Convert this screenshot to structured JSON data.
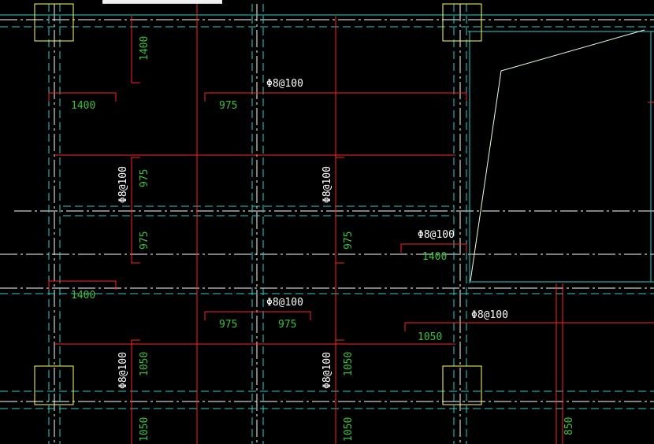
{
  "colors": {
    "background": "#000000",
    "column": "#ffff66",
    "beam_cyan": "#33cccc",
    "grid_dashdot": "#ffffff",
    "rebar_red": "#ff2222",
    "dimension_green": "#3fbf3f",
    "rebar_label": "#ffffff",
    "edge_line": "#e8ffe8"
  },
  "rebar_spec": "Φ8@100",
  "dimensions": {
    "d_1400_v_top": "1400",
    "d_1400_h_left_top": "1400",
    "d_975_h_top": "975",
    "d_975_v_left_a": "975",
    "d_975_v_left_b": "975",
    "d_975_v_mid": "975",
    "d_1400_h_right_mid": "1400",
    "d_1400_h_left_mid": "1400",
    "d_975_h_mid_a": "975",
    "d_975_h_mid_b": "975",
    "d_1050_h_right": "1050",
    "d_1050_v_left": "1050",
    "d_1050_v_mid": "1050",
    "d_1050_v_left_bottom": "1050",
    "d_1050_v_mid_bottom": "1050",
    "d_850_v_right": "850"
  }
}
